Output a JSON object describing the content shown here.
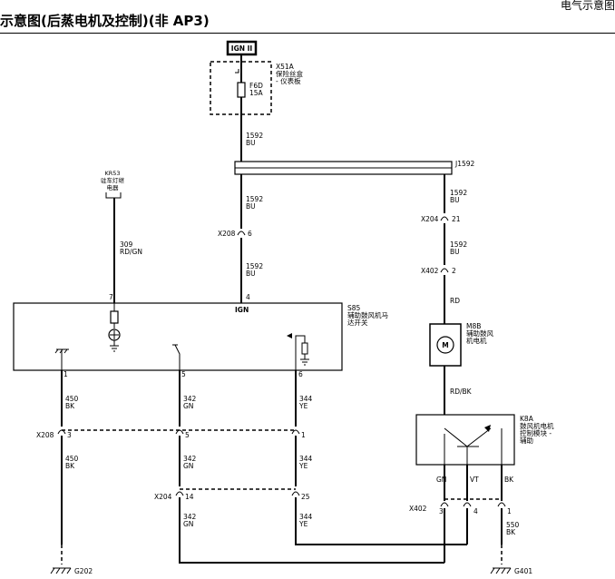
{
  "header": {
    "top_right": "电气示意图",
    "title": "示意图(后蒸电机及控制)(非 AP3)"
  },
  "power": {
    "label": "IGN II"
  },
  "x51a": {
    "id": "X51A",
    "desc1": "保险丝盒",
    "desc2": "- 仪表板"
  },
  "fuse": {
    "id": "F6D",
    "rating": "15A"
  },
  "wire1": {
    "num": "1592",
    "color": "BU"
  },
  "splice": {
    "label": "J1592"
  },
  "wire2": {
    "num": "1592",
    "color": "BU"
  },
  "wire3": {
    "num": "1592",
    "color": "BU"
  },
  "wire4": {
    "num": "1592",
    "color": "BU"
  },
  "wire5": {
    "num": "1592",
    "color": "BU"
  },
  "x208_top": {
    "id": "X208",
    "pin": "6"
  },
  "x204_right": {
    "id": "X204",
    "pin": "21"
  },
  "x402_right": {
    "id": "X402",
    "pin": "2"
  },
  "kr53": {
    "id": "KR53",
    "desc1": "驻车灯继",
    "desc2": "电器"
  },
  "wire309": {
    "num": "309",
    "color": "RD/GN"
  },
  "s85": {
    "id": "S85",
    "desc1": "辅助鼓风机马",
    "desc2": "达开关",
    "pin_left": "7",
    "pin_ign": "4",
    "ign_label": "IGN",
    "pin1": "1",
    "pin5": "5",
    "pin6": "6"
  },
  "rd": {
    "color": "RD"
  },
  "m8b": {
    "id": "M8B",
    "desc1": "辅助鼓风",
    "desc2": "机电机",
    "symbol": "M"
  },
  "rdbk": {
    "color": "RD/BK"
  },
  "k8a": {
    "id": "K8A",
    "desc1": "鼓风机电机",
    "desc2": "控制模块 -",
    "desc3": "辅助"
  },
  "w450a": {
    "num": "450",
    "color": "BK"
  },
  "w342a": {
    "num": "342",
    "color": "GN"
  },
  "w344a": {
    "num": "344",
    "color": "YE"
  },
  "x208_mid": {
    "id": "X208",
    "pin_a": "3",
    "pin_b": "5",
    "pin_c": "1"
  },
  "w450b": {
    "num": "450",
    "color": "BK"
  },
  "w342b": {
    "num": "342",
    "color": "GN"
  },
  "w344b": {
    "num": "344",
    "color": "YE"
  },
  "x204_low": {
    "id": "X204",
    "pin_a": "14",
    "pin_b": "25"
  },
  "w342c": {
    "num": "342",
    "color": "GN"
  },
  "w344c": {
    "num": "344",
    "color": "YE"
  },
  "k8a_pins": {
    "gn": "GN",
    "vt": "VT",
    "bk": "BK"
  },
  "x402_low": {
    "id": "X402",
    "pin_a": "3",
    "pin_b": "4",
    "pin_c": "1"
  },
  "w550": {
    "num": "550",
    "color": "BK"
  },
  "g202": {
    "label": "G202"
  },
  "g401": {
    "label": "G401"
  }
}
